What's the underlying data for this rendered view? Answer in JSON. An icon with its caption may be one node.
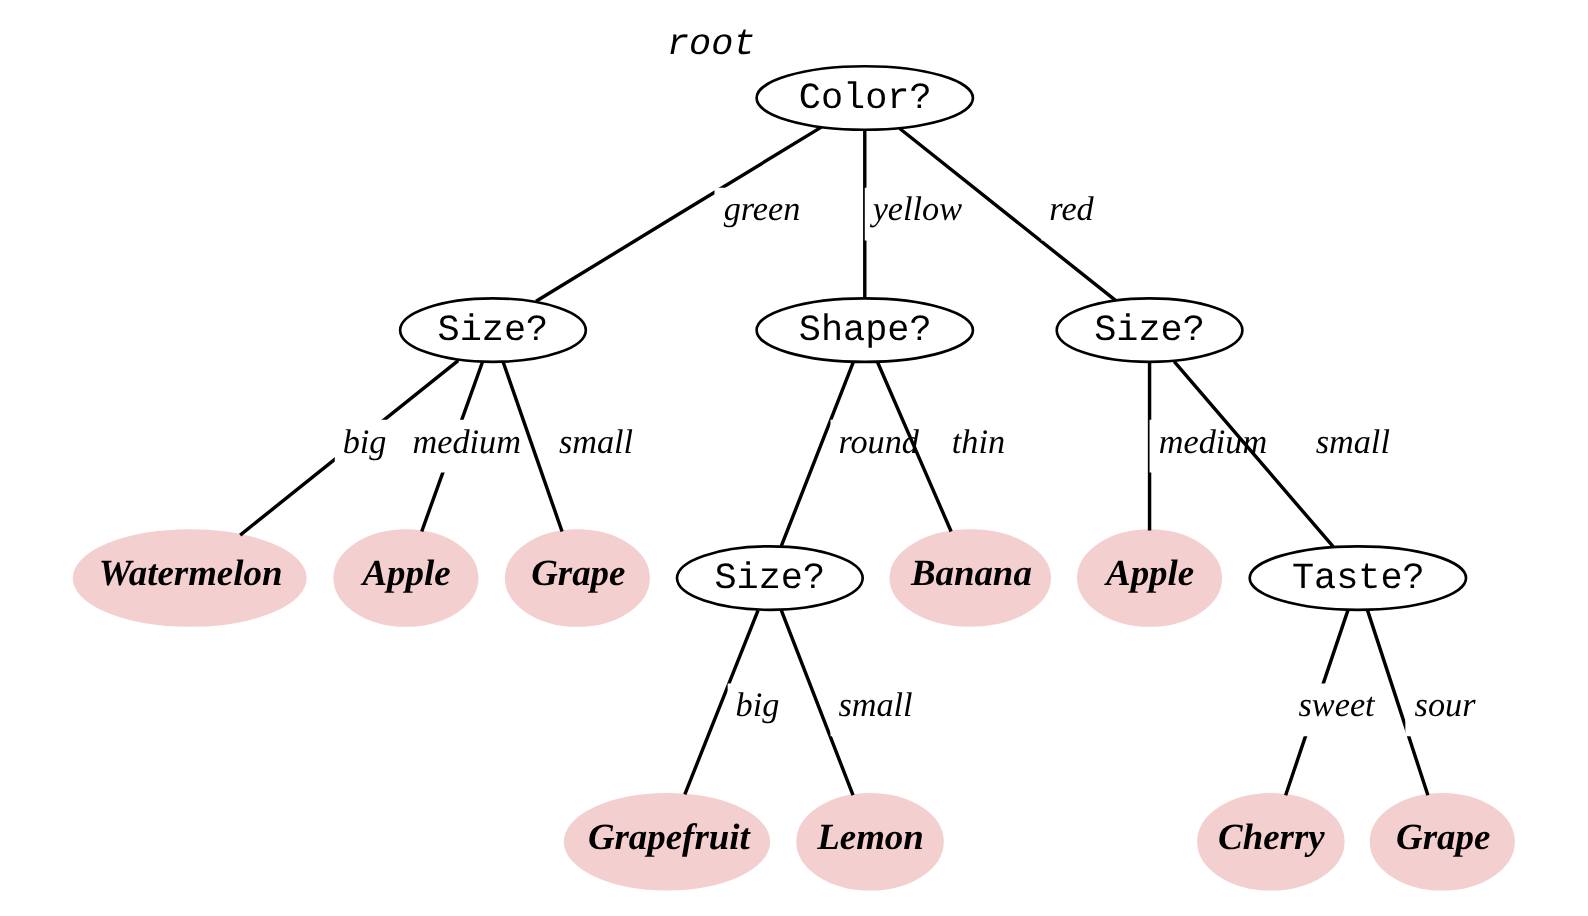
{
  "diagram": {
    "nodes": [
      {
        "text": [
          "Color?"
        ],
        "beside": [
          "root"
        ]
      },
      {
        "text": [
          "Size?"
        ]
      },
      {
        "text": [
          "Shape?"
        ]
      },
      {
        "text": [
          "Size?"
        ]
      },
      {
        "text": [
          "Watermelon"
        ]
      },
      {
        "text": [
          "Apple"
        ]
      },
      {
        "text": [
          "Grape"
        ]
      },
      {
        "text": [
          "Size?"
        ]
      },
      {
        "text": [
          "Banana"
        ]
      },
      {
        "text": [
          "Apple"
        ]
      },
      {
        "text": [
          "Taste?"
        ]
      },
      {
        "text": [
          "Grapefruit"
        ]
      },
      {
        "text": [
          "Lemon"
        ]
      },
      {
        "text": [
          "Cherry"
        ]
      },
      {
        "text": [
          "Grape"
        ]
      }
    ],
    "edges": [
      {
        "from": 0,
        "to": 1,
        "arrow": "none",
        "label": "green"
      },
      {
        "from": 0,
        "to": 2,
        "arrow": "none",
        "label": "yellow"
      },
      {
        "from": 0,
        "to": 3,
        "arrow": "none",
        "label": "red"
      },
      {
        "from": 1,
        "to": 4,
        "arrow": "none",
        "label": "big"
      },
      {
        "from": 1,
        "to": 5,
        "arrow": "none",
        "label": "medium"
      },
      {
        "from": 1,
        "to": 6,
        "arrow": "none",
        "label": "small"
      },
      {
        "from": 2,
        "to": 7,
        "arrow": "none",
        "label": "round"
      },
      {
        "from": 2,
        "to": 8,
        "arrow": "none",
        "label": "thin"
      },
      {
        "from": 3,
        "to": 9,
        "arrow": "none",
        "label": "medium"
      },
      {
        "from": 3,
        "to": 10,
        "arrow": "none",
        "label": "small"
      },
      {
        "from": 7,
        "to": 11,
        "arrow": "none",
        "label": "big"
      },
      {
        "from": 7,
        "to": 12,
        "arrow": "none",
        "label": "small"
      },
      {
        "from": 10,
        "to": 13,
        "arrow": "none",
        "label": "sweet"
      },
      {
        "from": 10,
        "to": 14,
        "arrow": "none",
        "label": "sour"
      }
    ]
  }
}
